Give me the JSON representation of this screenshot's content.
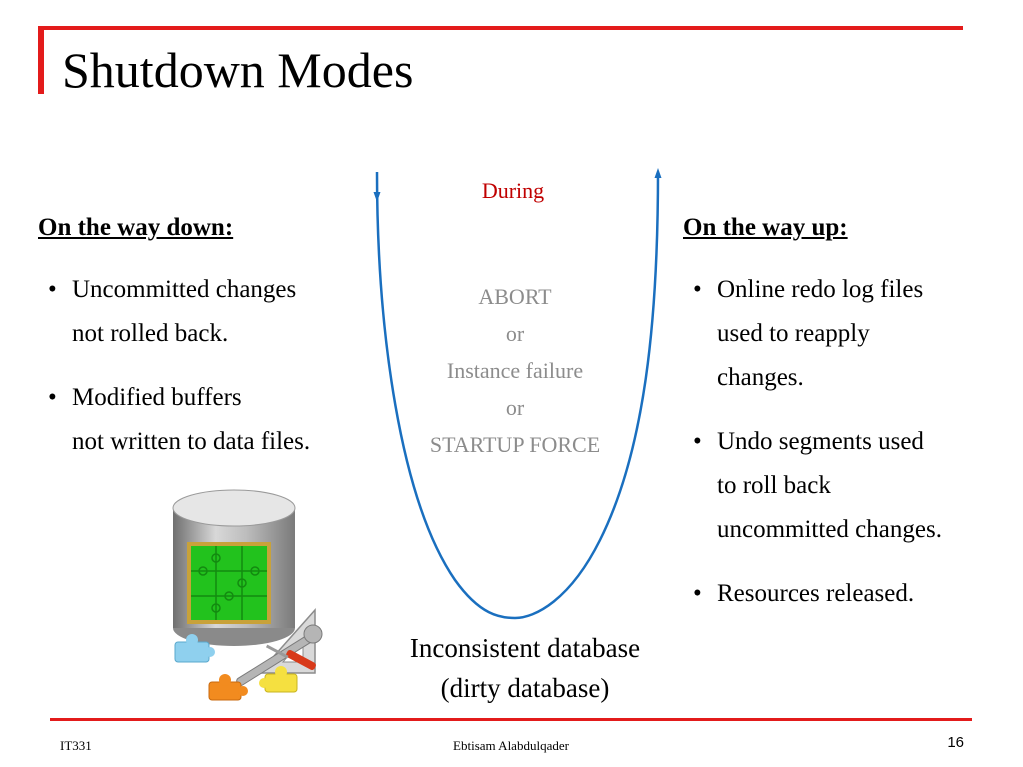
{
  "slide": {
    "title": "Shutdown Modes",
    "left_heading": "On the way down:",
    "left_bullets": [
      {
        "line1": "Uncommitted changes",
        "line2": "not rolled back."
      },
      {
        "line1": "Modified buffers",
        "line2": "not written to data files."
      }
    ],
    "right_heading": "On the way up:",
    "right_bullets": [
      {
        "line1": "Online redo log files",
        "line2": "used to reapply",
        "line3": "changes."
      },
      {
        "line1": "Undo segments used",
        "line2": "to roll back",
        "line3": "uncommitted changes."
      },
      {
        "line1": "Resources released."
      }
    ],
    "during_label": "During",
    "middle_lines": [
      "ABORT",
      "or",
      "Instance failure",
      "or",
      "STARTUP FORCE"
    ],
    "bottom_caption": {
      "line1": "Inconsistent database",
      "line2": "(dirty database)"
    }
  },
  "footer": {
    "left": "IT331",
    "center": "Ebtisam Alabdulqader",
    "page_number": "16"
  },
  "colors": {
    "accent_red": "#e31b1b",
    "curve_blue": "#1a6fbf",
    "during_red": "#c00000",
    "muted_gray": "#8c8c8c",
    "puzzle_green": "#22c21d"
  },
  "illustration": {
    "icon": "database-puzzle-tools-icon"
  }
}
